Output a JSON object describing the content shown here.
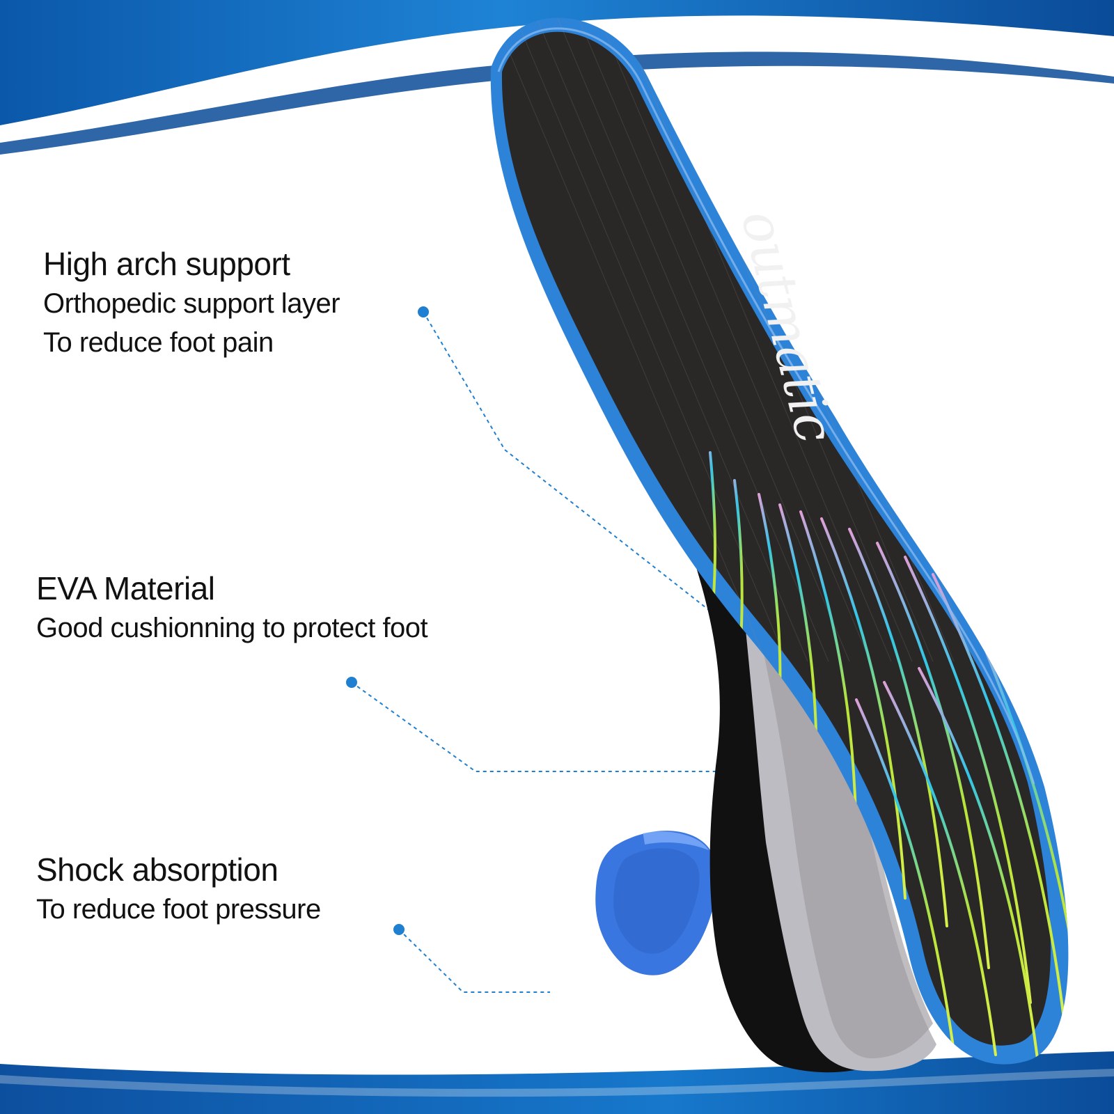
{
  "brand": {
    "logo_text": "outmatic"
  },
  "features": [
    {
      "title": "High arch support",
      "lines": [
        "Orthopedic support layer",
        "To reduce foot pain"
      ]
    },
    {
      "title": "EVA Material",
      "lines": [
        "Good cushionning to protect foot"
      ]
    },
    {
      "title": "Shock absorption",
      "lines": [
        "To reduce foot pressure"
      ]
    }
  ],
  "colors": {
    "accent_blue": "#1f7fd1",
    "deep_blue": "#0c4f9f",
    "insole_top": "#2a2727",
    "insole_edge": "#2d83d8",
    "foam_gray": "#bcbcc2",
    "base_black": "#111111",
    "stripe_green": "#b8e43a",
    "stripe_cyan": "#32c5e6",
    "stripe_pink": "#dea0d6",
    "heel_pad_blue": "#3976df"
  }
}
